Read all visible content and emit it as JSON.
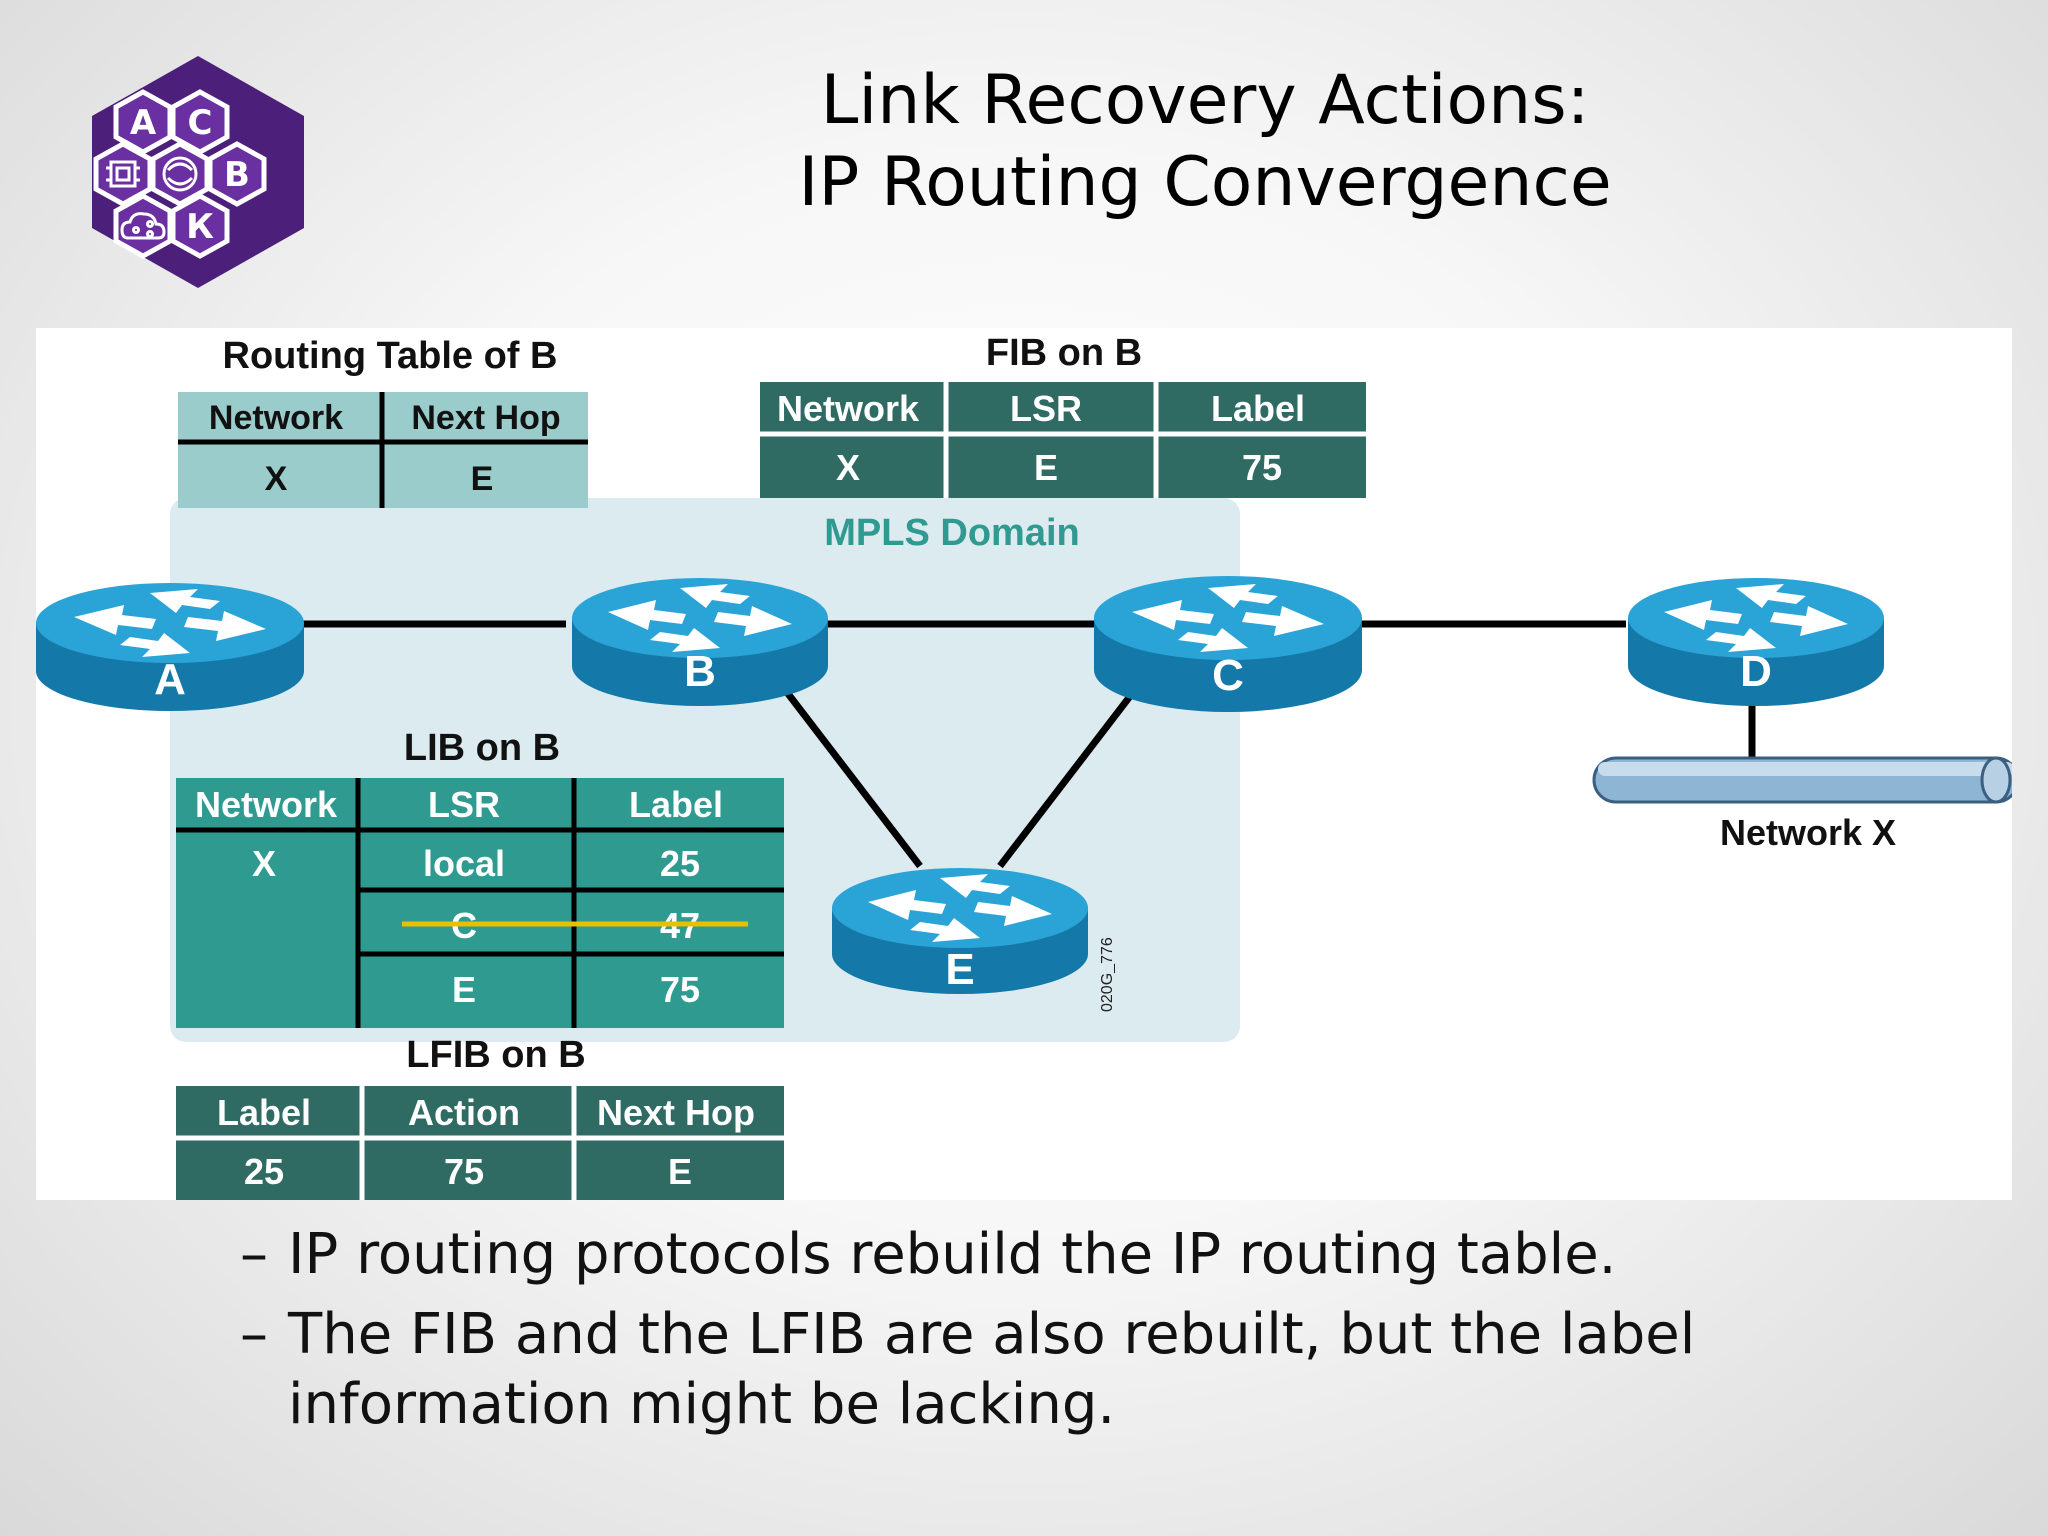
{
  "title": {
    "line1": "Link Recovery Actions:",
    "line2": "IP Routing Convergence"
  },
  "logo": {
    "letters": [
      "А",
      "С",
      "В",
      "К"
    ],
    "colors": {
      "outer": "#4b1f7a",
      "inner": "#6a2fa0"
    }
  },
  "colors": {
    "table_dark": "#2f6b63",
    "table_teal": "#2f9a90",
    "table_light": "#99ccca",
    "mpls_domain": "#dcebf0",
    "router_top": "#2aa3d6",
    "router_side": "#1478a8",
    "strike": "#e8c000"
  },
  "routing_table": {
    "title": "Routing Table of B",
    "headers": [
      "Network",
      "Next Hop"
    ],
    "rows": [
      [
        "X",
        "E"
      ]
    ]
  },
  "fib": {
    "title": "FIB on B",
    "headers": [
      "Network",
      "LSR",
      "Label"
    ],
    "rows": [
      [
        "X",
        "E",
        "75"
      ]
    ]
  },
  "mpls_label": "MPLS Domain",
  "lib": {
    "title": "LIB on B",
    "headers": [
      "Network",
      "LSR",
      "Label"
    ],
    "network": "X",
    "rows": [
      {
        "lsr": "local",
        "label": "25",
        "struck": false
      },
      {
        "lsr": "C",
        "label": "47",
        "struck": true
      },
      {
        "lsr": "E",
        "label": "75",
        "struck": false
      }
    ]
  },
  "lfib": {
    "title": "LFIB on B",
    "headers": [
      "Label",
      "Action",
      "Next Hop"
    ],
    "rows": [
      [
        "25",
        "75",
        "E"
      ]
    ]
  },
  "routers": {
    "a": "A",
    "b": "B",
    "c": "C",
    "d": "D",
    "e": "E"
  },
  "network_label": "Network X",
  "figure_code": "020G_776",
  "bullets": [
    "IP routing protocols rebuild the IP routing table.",
    "The FIB and the LFIB are also rebuilt, but the label information might be lacking."
  ],
  "dash": "–"
}
